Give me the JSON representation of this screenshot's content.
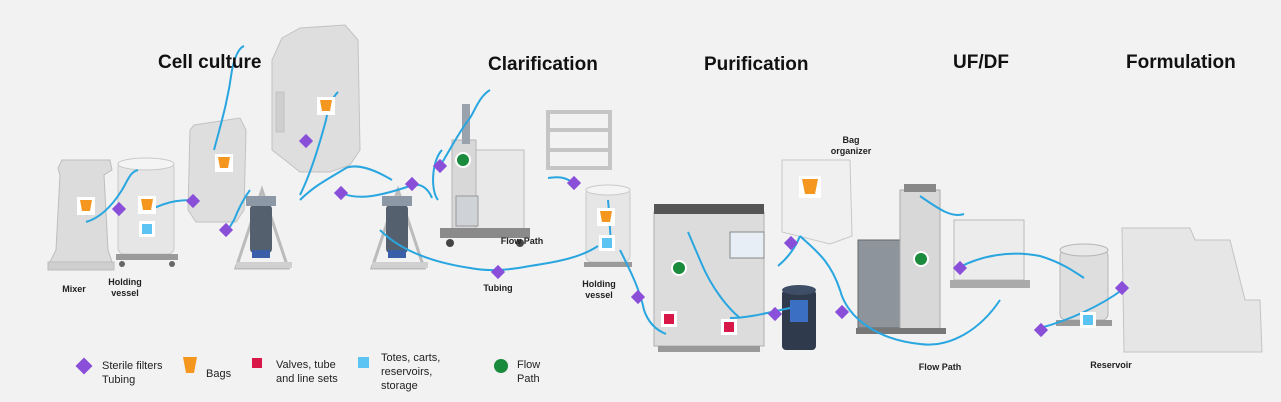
{
  "stages": {
    "cell_culture": "Cell culture",
    "clarification": "Clarification",
    "purification": "Purification",
    "ufdf": "UF/DF",
    "formulation": "Formulation"
  },
  "equipment_labels": {
    "mixer": "Mixer",
    "holding_vessel_1": "Holding vessel",
    "flow_path_1": "Flow Path",
    "tubing": "Tubing",
    "holding_vessel_2": "Holding vessel",
    "bag_organizer": "Bag organizer",
    "flow_path_2": "Flow Path",
    "reservoir": "Reservoir"
  },
  "legend": {
    "filters": "Sterile filters Tubing",
    "bags": "Bags",
    "valves": "Valves, tube and line sets",
    "totes": "Totes, carts, reservoirs, storage",
    "flow": "Flow Path"
  },
  "colors": {
    "filter": "#8a4fd9",
    "bag": "#f5961e",
    "valve": "#d9184a",
    "tote": "#5cc4f2",
    "flow": "#1a8a3c",
    "tubing": "#29a6e0"
  }
}
